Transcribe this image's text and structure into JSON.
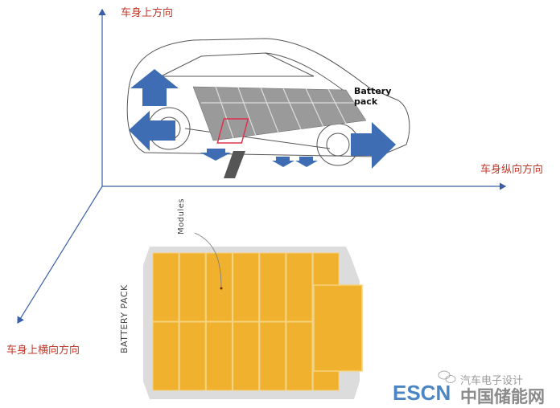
{
  "axes": {
    "up": "车身上方向",
    "longitudinal": "车身纵向方向",
    "lateral": "车身上横向方向"
  },
  "car": {
    "battery_label_line1": "Battery",
    "battery_label_line2": "pack"
  },
  "pack": {
    "title": "BATTERY PACK",
    "modules_label": "Modules"
  },
  "watermark": {
    "wechat": "汽车电子设计",
    "brand": "ESCN",
    "brand_cn": "中国储能网"
  },
  "colors": {
    "arrow": "#3f6db3",
    "module": "#f0b12f",
    "axis": "#3a5fa8",
    "label": "#c0392b"
  }
}
